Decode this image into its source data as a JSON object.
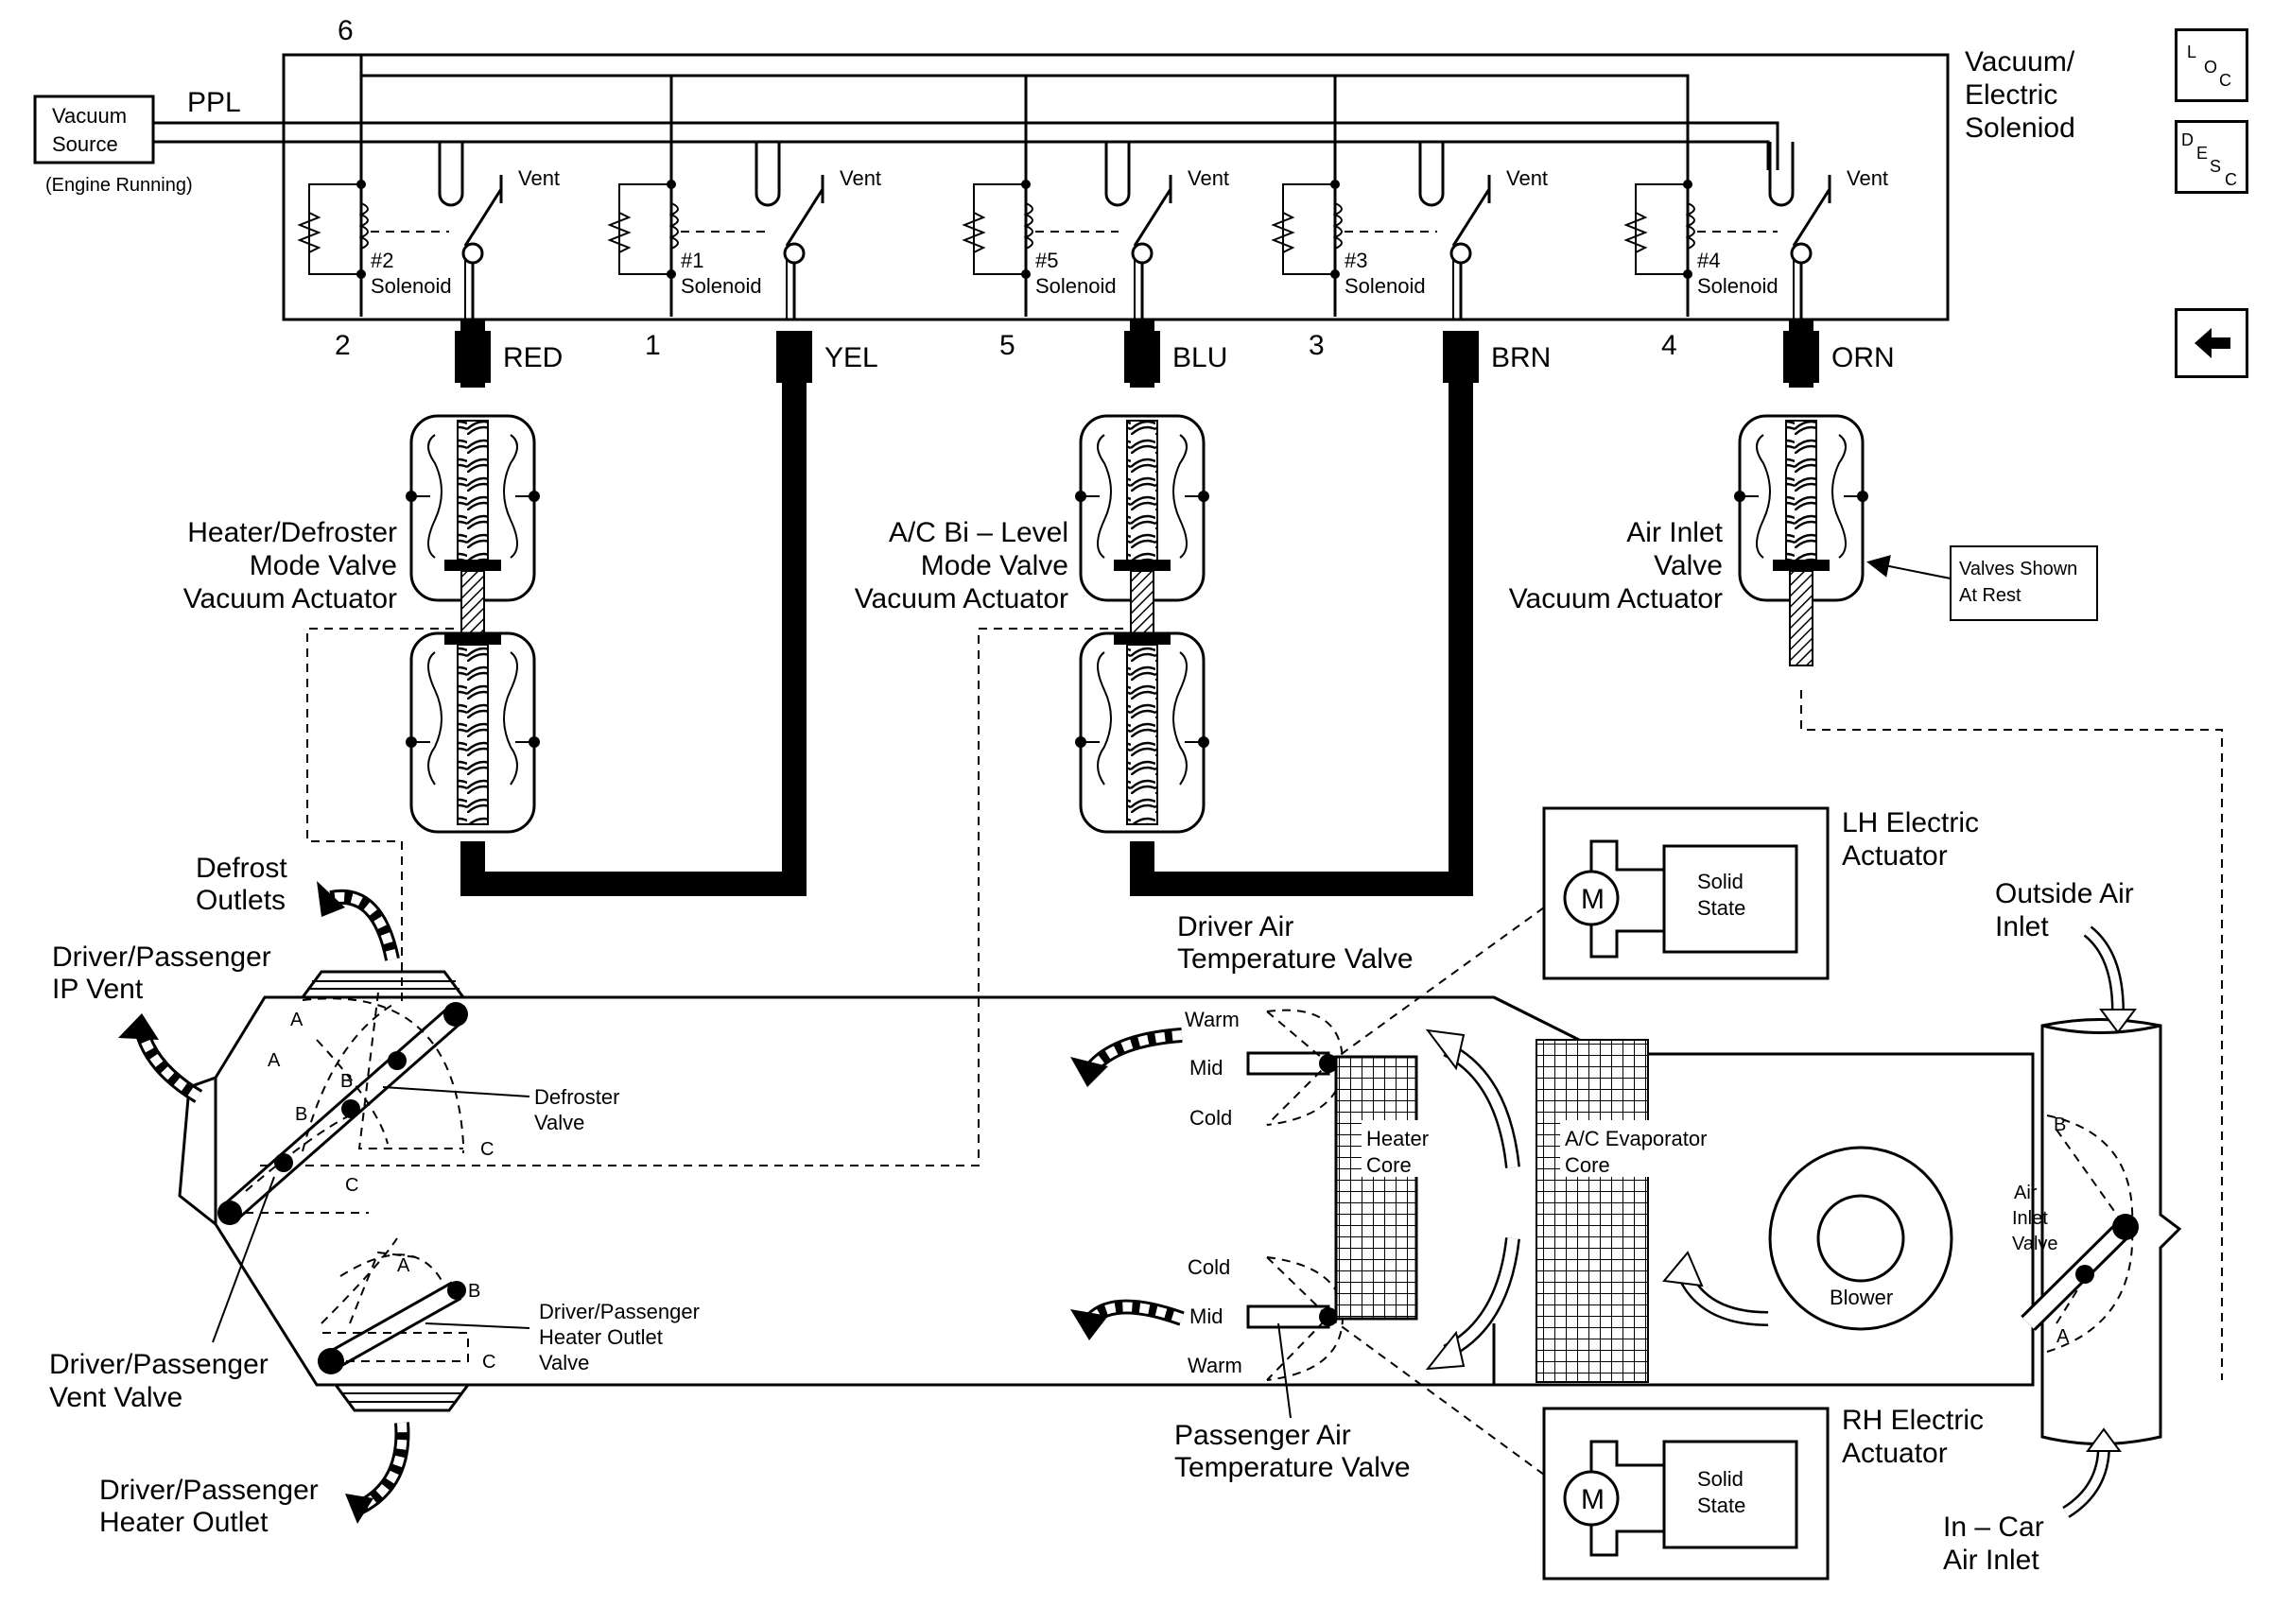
{
  "vacuum_source": {
    "title_line1": "Vacuum",
    "title_line2": "Source",
    "note": "(Engine Running)"
  },
  "solenoid_box": {
    "title_line1": "Vacuum/",
    "title_line2": "Electric",
    "title_line3": "Soleniod"
  },
  "hose_ppl": "PPL",
  "terminal_6": "6",
  "vent_label": "Vent",
  "solenoids": [
    {
      "number": "#2",
      "word": "Solenoid",
      "terminal": "2",
      "hose": "RED"
    },
    {
      "number": "#1",
      "word": "Solenoid",
      "terminal": "1",
      "hose": "YEL"
    },
    {
      "number": "#5",
      "word": "Solenoid",
      "terminal": "5",
      "hose": "BLU"
    },
    {
      "number": "#3",
      "word": "Solenoid",
      "terminal": "3",
      "hose": "BRN"
    },
    {
      "number": "#4",
      "word": "Solenoid",
      "terminal": "4",
      "hose": "ORN"
    }
  ],
  "actuators": {
    "heater_defroster": [
      "Heater/Defroster",
      "Mode Valve",
      "Vacuum Actuator"
    ],
    "ac_bilevel": [
      "A/C Bi – Level",
      "Mode Valve",
      "Vacuum Actuator"
    ],
    "air_inlet": [
      "Air Inlet",
      "Valve",
      "Vacuum Actuator"
    ]
  },
  "valves_note": [
    "Valves Shown",
    "At Rest"
  ],
  "outlets": {
    "defrost": [
      "Defrost",
      "Outlets"
    ],
    "ip_vent": [
      "Driver/Passenger",
      "IP Vent"
    ],
    "defroster_valve": [
      "Defroster",
      "Valve"
    ],
    "vent_valve": [
      "Driver/Passenger",
      "Vent Valve"
    ],
    "heater_outlet_valve": [
      "Driver/Passenger",
      "Heater Outlet",
      "Valve"
    ],
    "heater_outlet": [
      "Driver/Passenger",
      "Heater Outlet"
    ]
  },
  "positions": {
    "a": "A",
    "b": "B",
    "c": "C"
  },
  "temp_valves": {
    "driver": [
      "Driver Air",
      "Temperature Valve"
    ],
    "passenger": [
      "Passenger Air",
      "Temperature Valve"
    ],
    "warm": "Warm",
    "mid": "Mid",
    "cold": "Cold"
  },
  "components": {
    "heater_core": [
      "Heater",
      "Core"
    ],
    "evaporator": [
      "A/C Evaporator",
      "Core"
    ],
    "blower": "Blower",
    "air_inlet_valve": [
      "Air",
      "Inlet",
      "Valve"
    ],
    "outside_air_inlet": [
      "Outside Air",
      "Inlet"
    ],
    "in_car_air_inlet": [
      "In – Car",
      "Air Inlet"
    ]
  },
  "electric_actuators": {
    "lh": [
      "LH Electric",
      "Actuator"
    ],
    "rh": [
      "RH Electric",
      "Actuator"
    ],
    "motor": "M",
    "solid_state": [
      "Solid",
      "State"
    ]
  },
  "nav": {
    "loc": [
      "L",
      "O",
      "C"
    ],
    "desc": [
      "D",
      "E",
      "S",
      "C"
    ],
    "back_icon": "left-arrow-icon"
  }
}
